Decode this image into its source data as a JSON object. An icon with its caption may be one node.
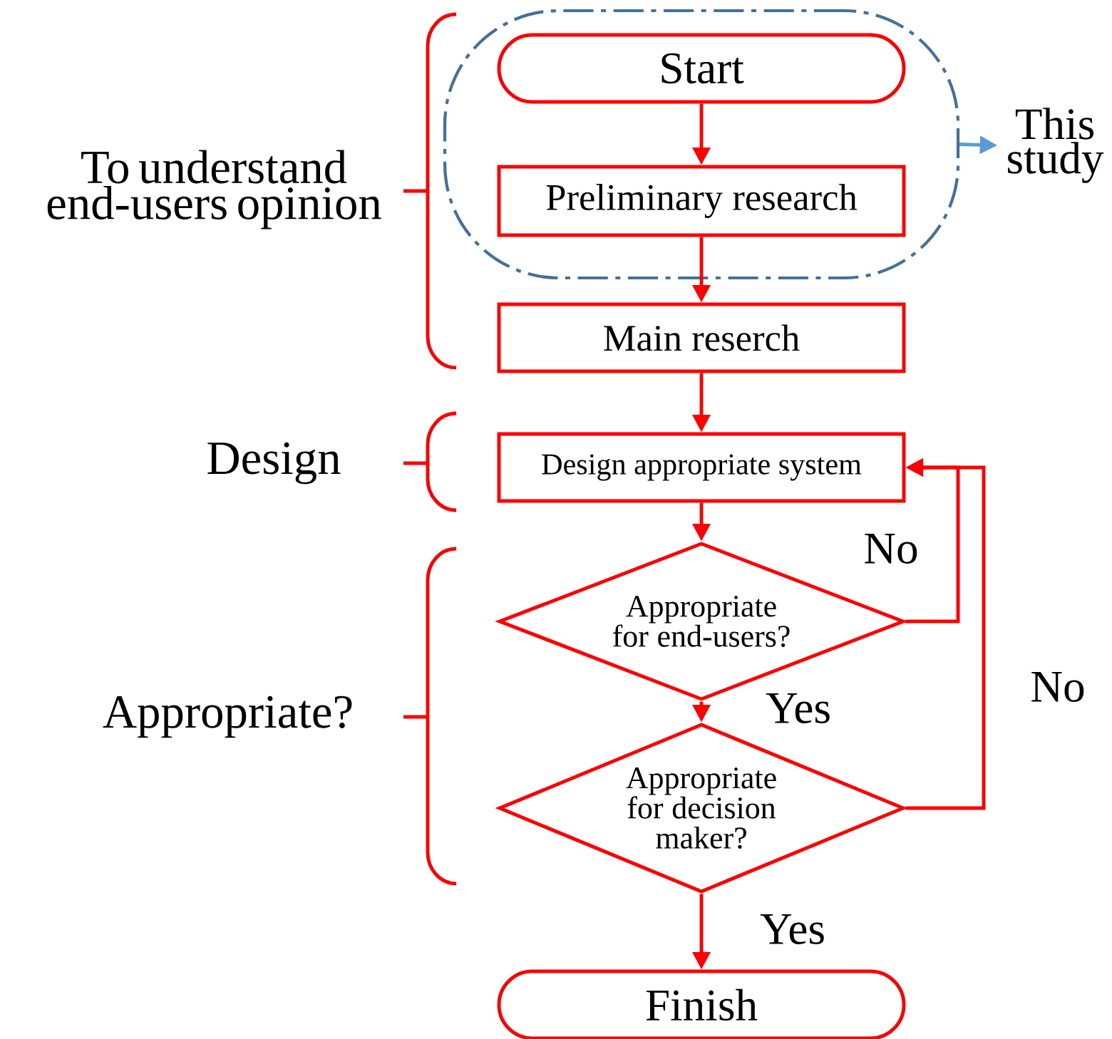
{
  "diagram": {
    "nodes": [
      {
        "text": [],
        "shape": "box"
      },
      {
        "text": [
          "Start"
        ],
        "in": 0
      },
      {
        "text": [
          "Preliminary research"
        ],
        "in": 0
      },
      {
        "text": [
          "Main reserch"
        ]
      },
      {
        "text": [
          "Design appropriate system"
        ]
      },
      {
        "text": [
          "Appropriate for end-users?"
        ]
      },
      {
        "text": [
          "Appropriate for decision maker?"
        ]
      },
      {
        "text": [
          "Finish"
        ]
      },
      {
        "text": [
          "This study"
        ]
      }
    ],
    "edges": [
      {
        "from": 1,
        "to": 2,
        "arrow": "to"
      },
      {
        "from": 2,
        "to": 3,
        "arrow": "to"
      },
      {
        "from": 3,
        "to": 4,
        "arrow": "to"
      },
      {
        "from": 4,
        "to": 5,
        "arrow": "to"
      },
      {
        "from": 5,
        "to": 6,
        "arrow": "to",
        "label": "Yes"
      },
      {
        "from": 6,
        "to": 7,
        "arrow": "to",
        "label": "Yes"
      },
      {
        "from": 5,
        "to": 4,
        "arrow": "to",
        "label": "No"
      },
      {
        "from": 6,
        "to": 4,
        "arrow": "to",
        "label": "No"
      },
      {
        "from": 0,
        "to": 8,
        "arrow": "to",
        "color": "#5b9bd5"
      }
    ],
    "labels": [
      "To understand end-users opinion",
      "Design",
      "Appropriate?"
    ]
  }
}
